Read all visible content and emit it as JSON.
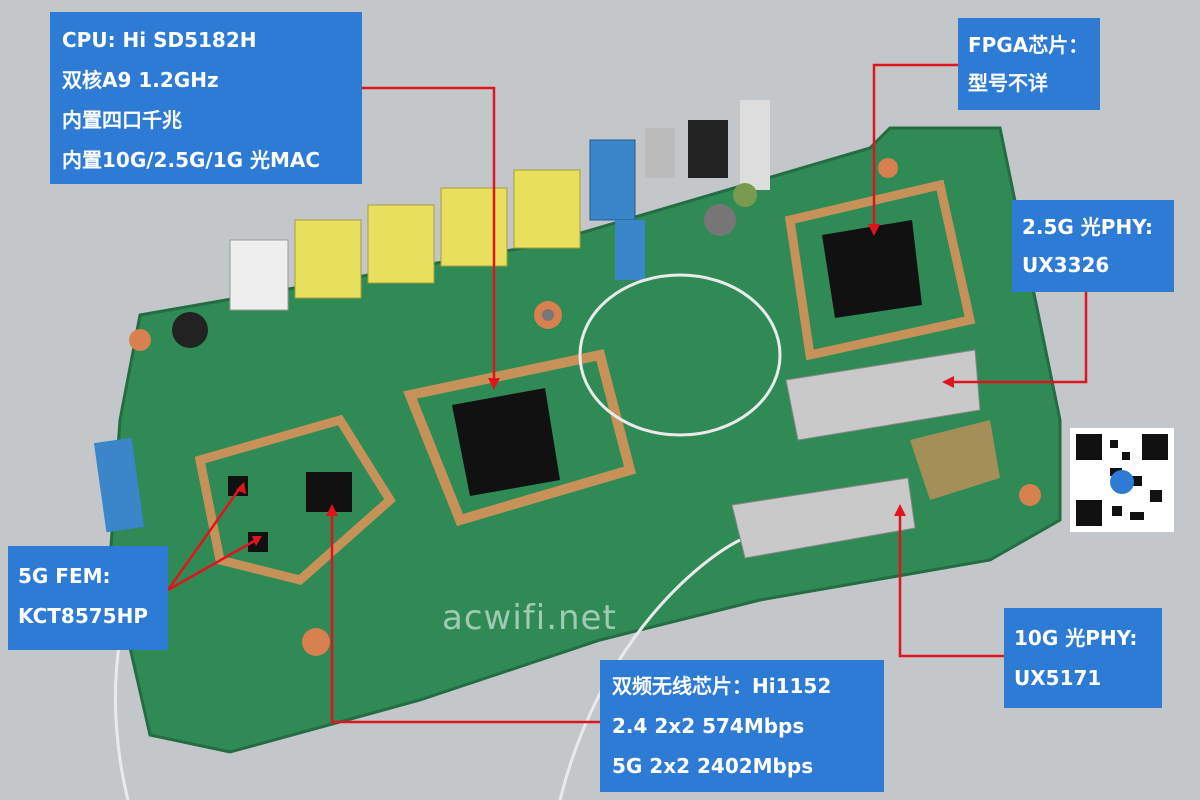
{
  "labels": {
    "cpu": [
      "CPU: Hi SD5182H",
      "双核A9 1.2GHz",
      "内置四口千兆",
      "内置10G/2.5G/1G 光MAC"
    ],
    "fpga": [
      "FPGA芯片：",
      "型号不详"
    ],
    "phy25": [
      "2.5G 光PHY:",
      "UX3326"
    ],
    "fem": [
      "5G FEM:",
      "KCT8575HP"
    ],
    "phy10": [
      "10G 光PHY:",
      "UX5171"
    ],
    "wifi": [
      "双频无线芯片：Hi1152",
      "2.4 2x2 574Mbps",
      "5G  2x2 2402Mbps"
    ]
  },
  "watermark": "acwifi.net",
  "colors": {
    "board": "#2f8a55",
    "label_bg": "#2e7bd6",
    "arrow": "#e0141e",
    "copper": "#d7925a",
    "port_yellow": "#e8df5c"
  }
}
